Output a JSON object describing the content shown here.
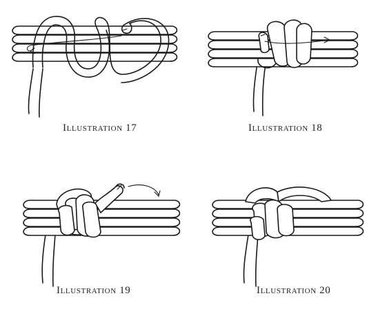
{
  "figures": [
    {
      "id": 17,
      "caption": "Illustration 17"
    },
    {
      "id": 18,
      "caption": "Illustration 18"
    },
    {
      "id": 19,
      "caption": "Illustration 19"
    },
    {
      "id": 20,
      "caption": "Illustration 20"
    }
  ]
}
